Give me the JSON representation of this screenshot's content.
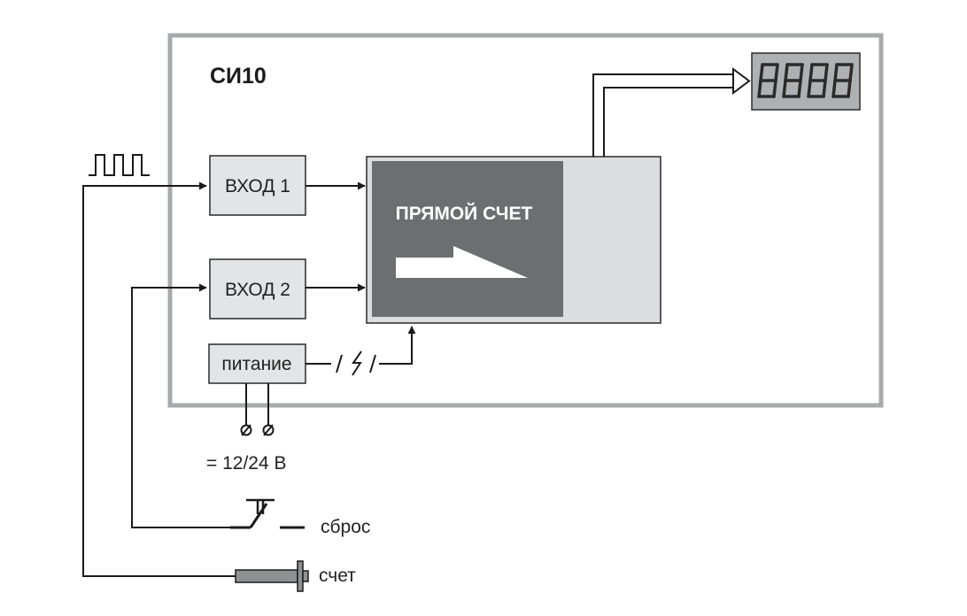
{
  "device": {
    "title": "СИ10",
    "display_digits": [
      "8",
      "8",
      "8",
      "8"
    ],
    "display_colors": {
      "housing": "#aeb1b3",
      "segment_stroke": "#2b2b2b",
      "segment_fill": "#c9cbcc"
    }
  },
  "blocks": {
    "input1": "ВХОД 1",
    "input2": "ВХОД 2",
    "power": "питание",
    "mode": "ПРЯМОЙ СЧЕТ"
  },
  "external": {
    "supply_voltage": "= 12/24 В",
    "reset_label": "сброс",
    "count_label": "счет"
  },
  "colors": {
    "frame": "#a7a9ab",
    "block_fill": "#e3e4e5",
    "mode_fill": "#6d6e70",
    "counter_fill": "#dcdddf",
    "sensor_fill": "#8e9092"
  },
  "icons": [
    "pulse-train-icon",
    "power-link-icon",
    "terminal-icon",
    "pushbutton-icon",
    "sensor-icon",
    "arrow-icon"
  ]
}
